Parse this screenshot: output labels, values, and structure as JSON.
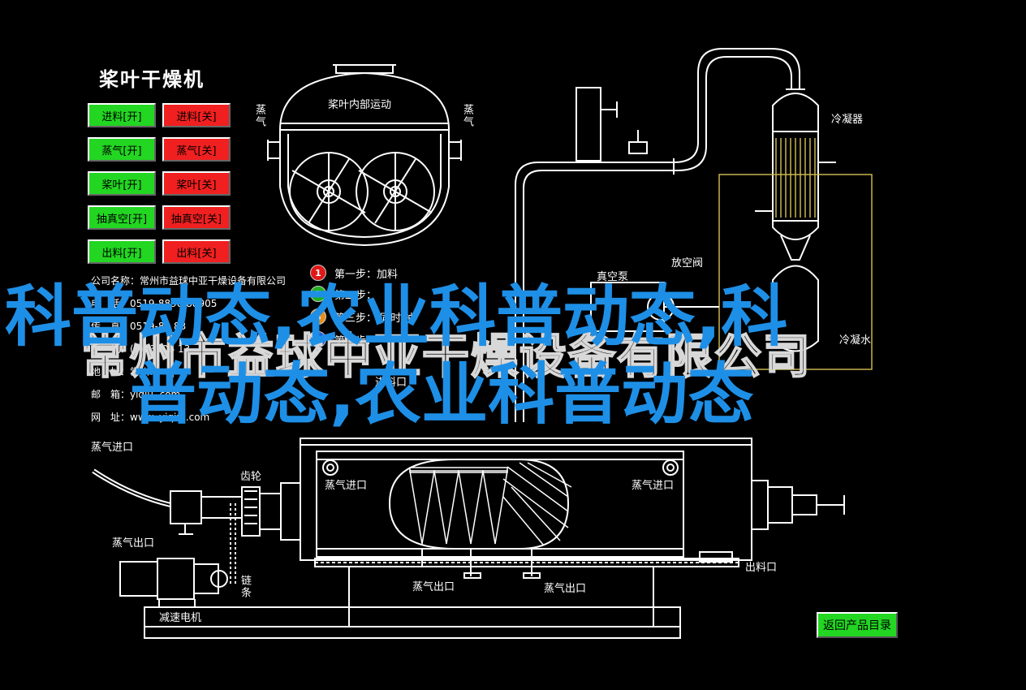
{
  "title": "桨叶干燥机",
  "controls": [
    {
      "on": "进料[开]",
      "off": "进料[关]"
    },
    {
      "on": "蒸气[开]",
      "off": "蒸气[关]"
    },
    {
      "on": "桨叶[开]",
      "off": "桨叶[关]"
    },
    {
      "on": "抽真空[开]",
      "off": "抽真空[关]"
    },
    {
      "on": "出料[开]",
      "off": "出料[关]"
    }
  ],
  "company": {
    "name_line": "公司名称：常州市益球中亚干燥设备有限公司",
    "phone_line": "电　话：0519-8890  88905",
    "fax_line": "传　真：0519-88  83",
    "mobile_line": "手　机：(0)13806  13",
    "address_line": "地　址：常州市",
    "email_line": "邮　箱：yiqiu  .com",
    "web_line": "网　址：www.  yiqiu  .com"
  },
  "steps": [
    {
      "num": "1",
      "text": "第一步：加料",
      "color": "#e01818"
    },
    {
      "num": "2",
      "text": "第二步：",
      "color": "#20b020"
    },
    {
      "num": "3",
      "text": "第三步：  同时  抽",
      "color": "#e8901a"
    },
    {
      "num": "4",
      "text": "第四步：",
      "color": "#2060e0"
    }
  ],
  "labels": {
    "paddle_inner": "桨叶内部运动",
    "steam_left": "蒸气",
    "steam_right": "蒸气",
    "condenser": "冷凝器",
    "vacuum_pump": "真空泵",
    "vent_valve": "放空阀",
    "steam_inlet_top": "蒸气进口",
    "feed_inlet": "进料口",
    "gear": "齿轮",
    "steam_inlet_left": "蒸气进口",
    "steam_inlet_right": "蒸气进口",
    "steam_outlet_left": "蒸气出口",
    "steam_outlet_mid1": "蒸气出口",
    "steam_outlet_mid2": "蒸气出口",
    "discharge": "出料口",
    "chain": "链条",
    "motor": "减速电机",
    "condensate": "冷凝水",
    "back_button": "返回产品目录"
  },
  "watermark": {
    "grey": "常州市益球中亚干燥设备有限公司",
    "blue_line1": "科普动态,农业科普动态,科",
    "blue_line2": "普动态,农业科普动态"
  },
  "colors": {
    "on": "#22d622",
    "off": "#f02020",
    "line": "#ffffff",
    "accent_line": "#c8b450",
    "watermark_blue": "#1e8fe6"
  }
}
